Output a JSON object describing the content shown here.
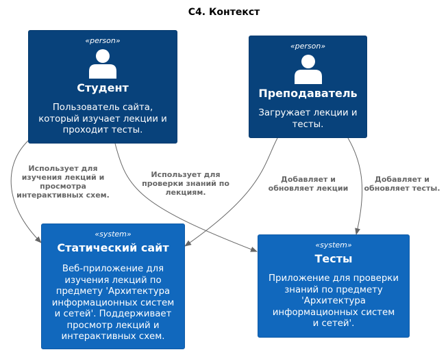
{
  "diagram": {
    "title": "C4. Контекст",
    "nodes": {
      "student": {
        "stereotype": "«person»",
        "name": "Студент",
        "description": [
          "Пользователь сайта,",
          "который изучает лекции и",
          "проходит тесты."
        ]
      },
      "teacher": {
        "stereotype": "«person»",
        "name": "Преподаватель",
        "description": [
          "Загружает лекции и",
          "тесты."
        ]
      },
      "static_site": {
        "stereotype": "«system»",
        "name": "Статический сайт",
        "description": [
          "Веб-приложение для",
          "изучения лекций по",
          "предмету 'Архитектура",
          "информационных систем",
          "и сетей'. Поддерживает",
          "просмотр лекций и",
          "интерактивных схем."
        ]
      },
      "tests": {
        "stereotype": "«system»",
        "name": "Тесты",
        "description": [
          "Приложение для проверки",
          "знаний по предмету",
          "'Архитектура",
          "информационных систем",
          "и сетей'."
        ]
      }
    },
    "edges": {
      "student_site": [
        "Использует для",
        "изучения лекций и",
        "просмотра",
        "интерактивных схем."
      ],
      "student_tests": [
        "Использует для",
        "проверки знаний по",
        "лекциям."
      ],
      "teacher_site": [
        "Добавляет и",
        "обновляет лекции"
      ],
      "teacher_tests": [
        "Добавляет и",
        "обновляет тесты."
      ]
    }
  },
  "colors": {
    "person_bg": "#08427b",
    "system_bg": "#1168bd",
    "edge": "#666666"
  }
}
